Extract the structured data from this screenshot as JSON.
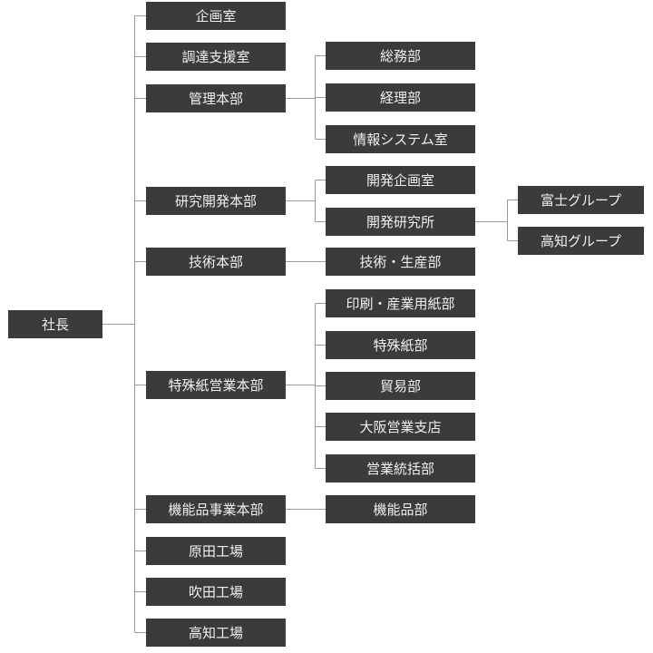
{
  "root": "社長",
  "divisions": [
    "企画室",
    "調達支援室",
    "管理本部",
    "研究開発本部",
    "技術本部",
    "特殊紙営業本部",
    "機能品事業本部",
    "原田工場",
    "吹田工場",
    "高知工場"
  ],
  "departments": [
    "総務部",
    "経理部",
    "情報システム室",
    "開発企画室",
    "開発研究所",
    "技術・生産部",
    "印刷・産業用紙部",
    "特殊紙部",
    "貿易部",
    "大阪営業支店",
    "営業統括部",
    "機能品部"
  ],
  "groups": [
    "富士グループ",
    "高知グループ"
  ],
  "colors": {
    "box": "#3b3b3b",
    "text": "#f0f0f0",
    "line": "#9a9a9a"
  }
}
